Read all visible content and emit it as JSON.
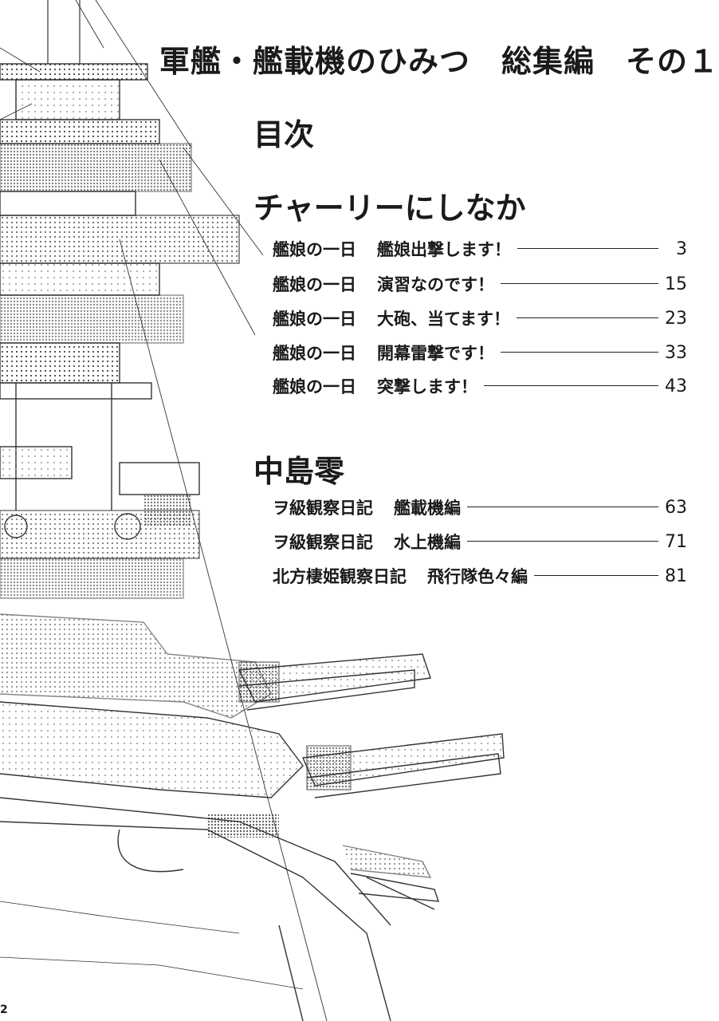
{
  "header": {
    "title": "軍艦・艦載機のひみつ　総集編　その１"
  },
  "toc_heading": "目次",
  "sections": [
    {
      "author": "チャーリーにしなか",
      "entries": [
        {
          "series": "艦娘の一日",
          "title": "艦娘出撃します！",
          "page": "3"
        },
        {
          "series": "艦娘の一日",
          "title": "演習なのです！",
          "page": "15"
        },
        {
          "series": "艦娘の一日",
          "title": "大砲、当てます！",
          "page": "23"
        },
        {
          "series": "艦娘の一日",
          "title": "開幕雷撃です！",
          "page": "33"
        },
        {
          "series": "艦娘の一日",
          "title": "突撃します！",
          "page": "43"
        }
      ]
    },
    {
      "author": "中島零",
      "entries": [
        {
          "series": "ヲ級観察日記",
          "title": "艦載機編",
          "page": "63"
        },
        {
          "series": "ヲ級観察日記",
          "title": "水上機編",
          "page": "71"
        },
        {
          "series": "北方棲姫観察日記",
          "title": "飛行隊色々編",
          "page": "81"
        }
      ]
    }
  ],
  "folio": "2",
  "colors": {
    "ink": "#1a1a1a",
    "paper": "#ffffff",
    "screentone": "#555555"
  },
  "illustration": "battleship-pagoda-mast-line-art"
}
